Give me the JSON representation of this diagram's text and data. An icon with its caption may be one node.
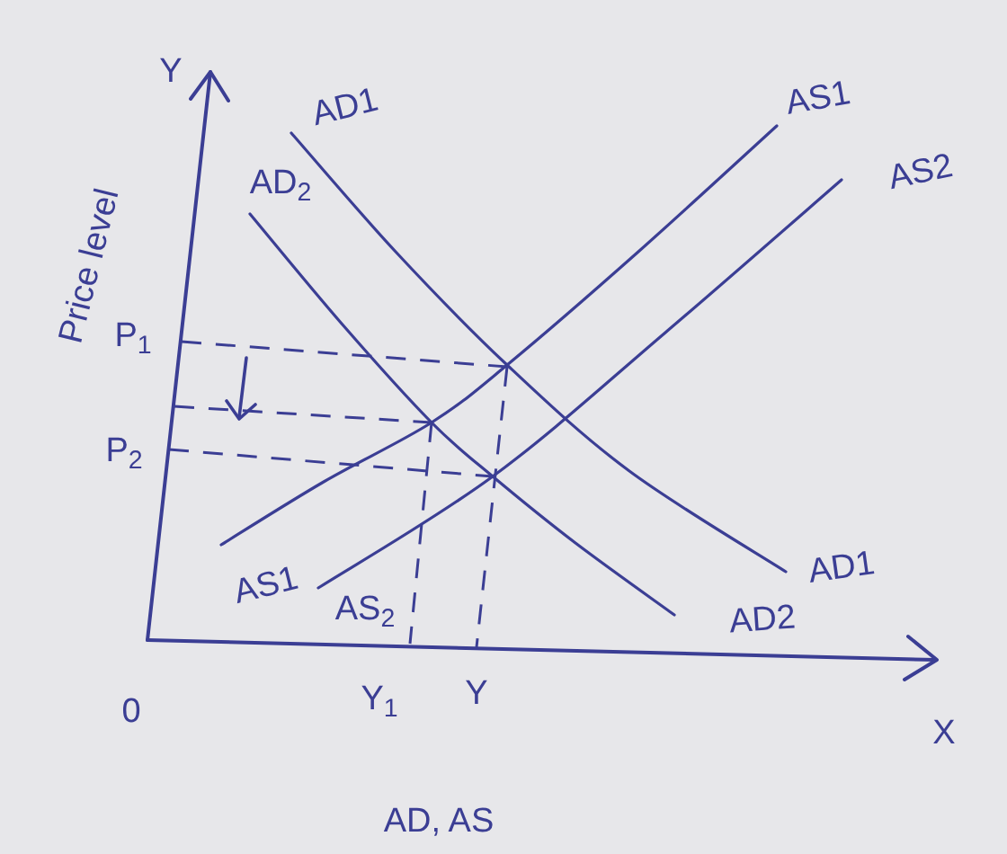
{
  "diagram": {
    "labels": [
      "Y",
      "AD1",
      "AS1",
      "AD$_{2}$",
      "AS2",
      "Price level",
      "P$_{1}$",
      "P$_{2}$",
      "AS1",
      "AS$_{2}$",
      "AD1",
      "AD2",
      "0",
      "Y$_{1}$",
      "Y",
      "X",
      "AD, AS"
    ]
  }
}
